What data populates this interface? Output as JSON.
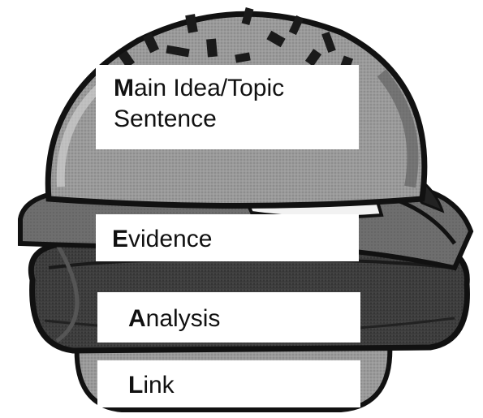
{
  "diagram": {
    "layers": [
      {
        "initial": "M",
        "rest_line1": "ain Idea/Topic",
        "line2": "Sentence"
      },
      {
        "initial": "E",
        "rest": "vidence"
      },
      {
        "initial": "A",
        "rest": "nalysis"
      },
      {
        "initial": "L",
        "rest": "ink"
      }
    ]
  }
}
